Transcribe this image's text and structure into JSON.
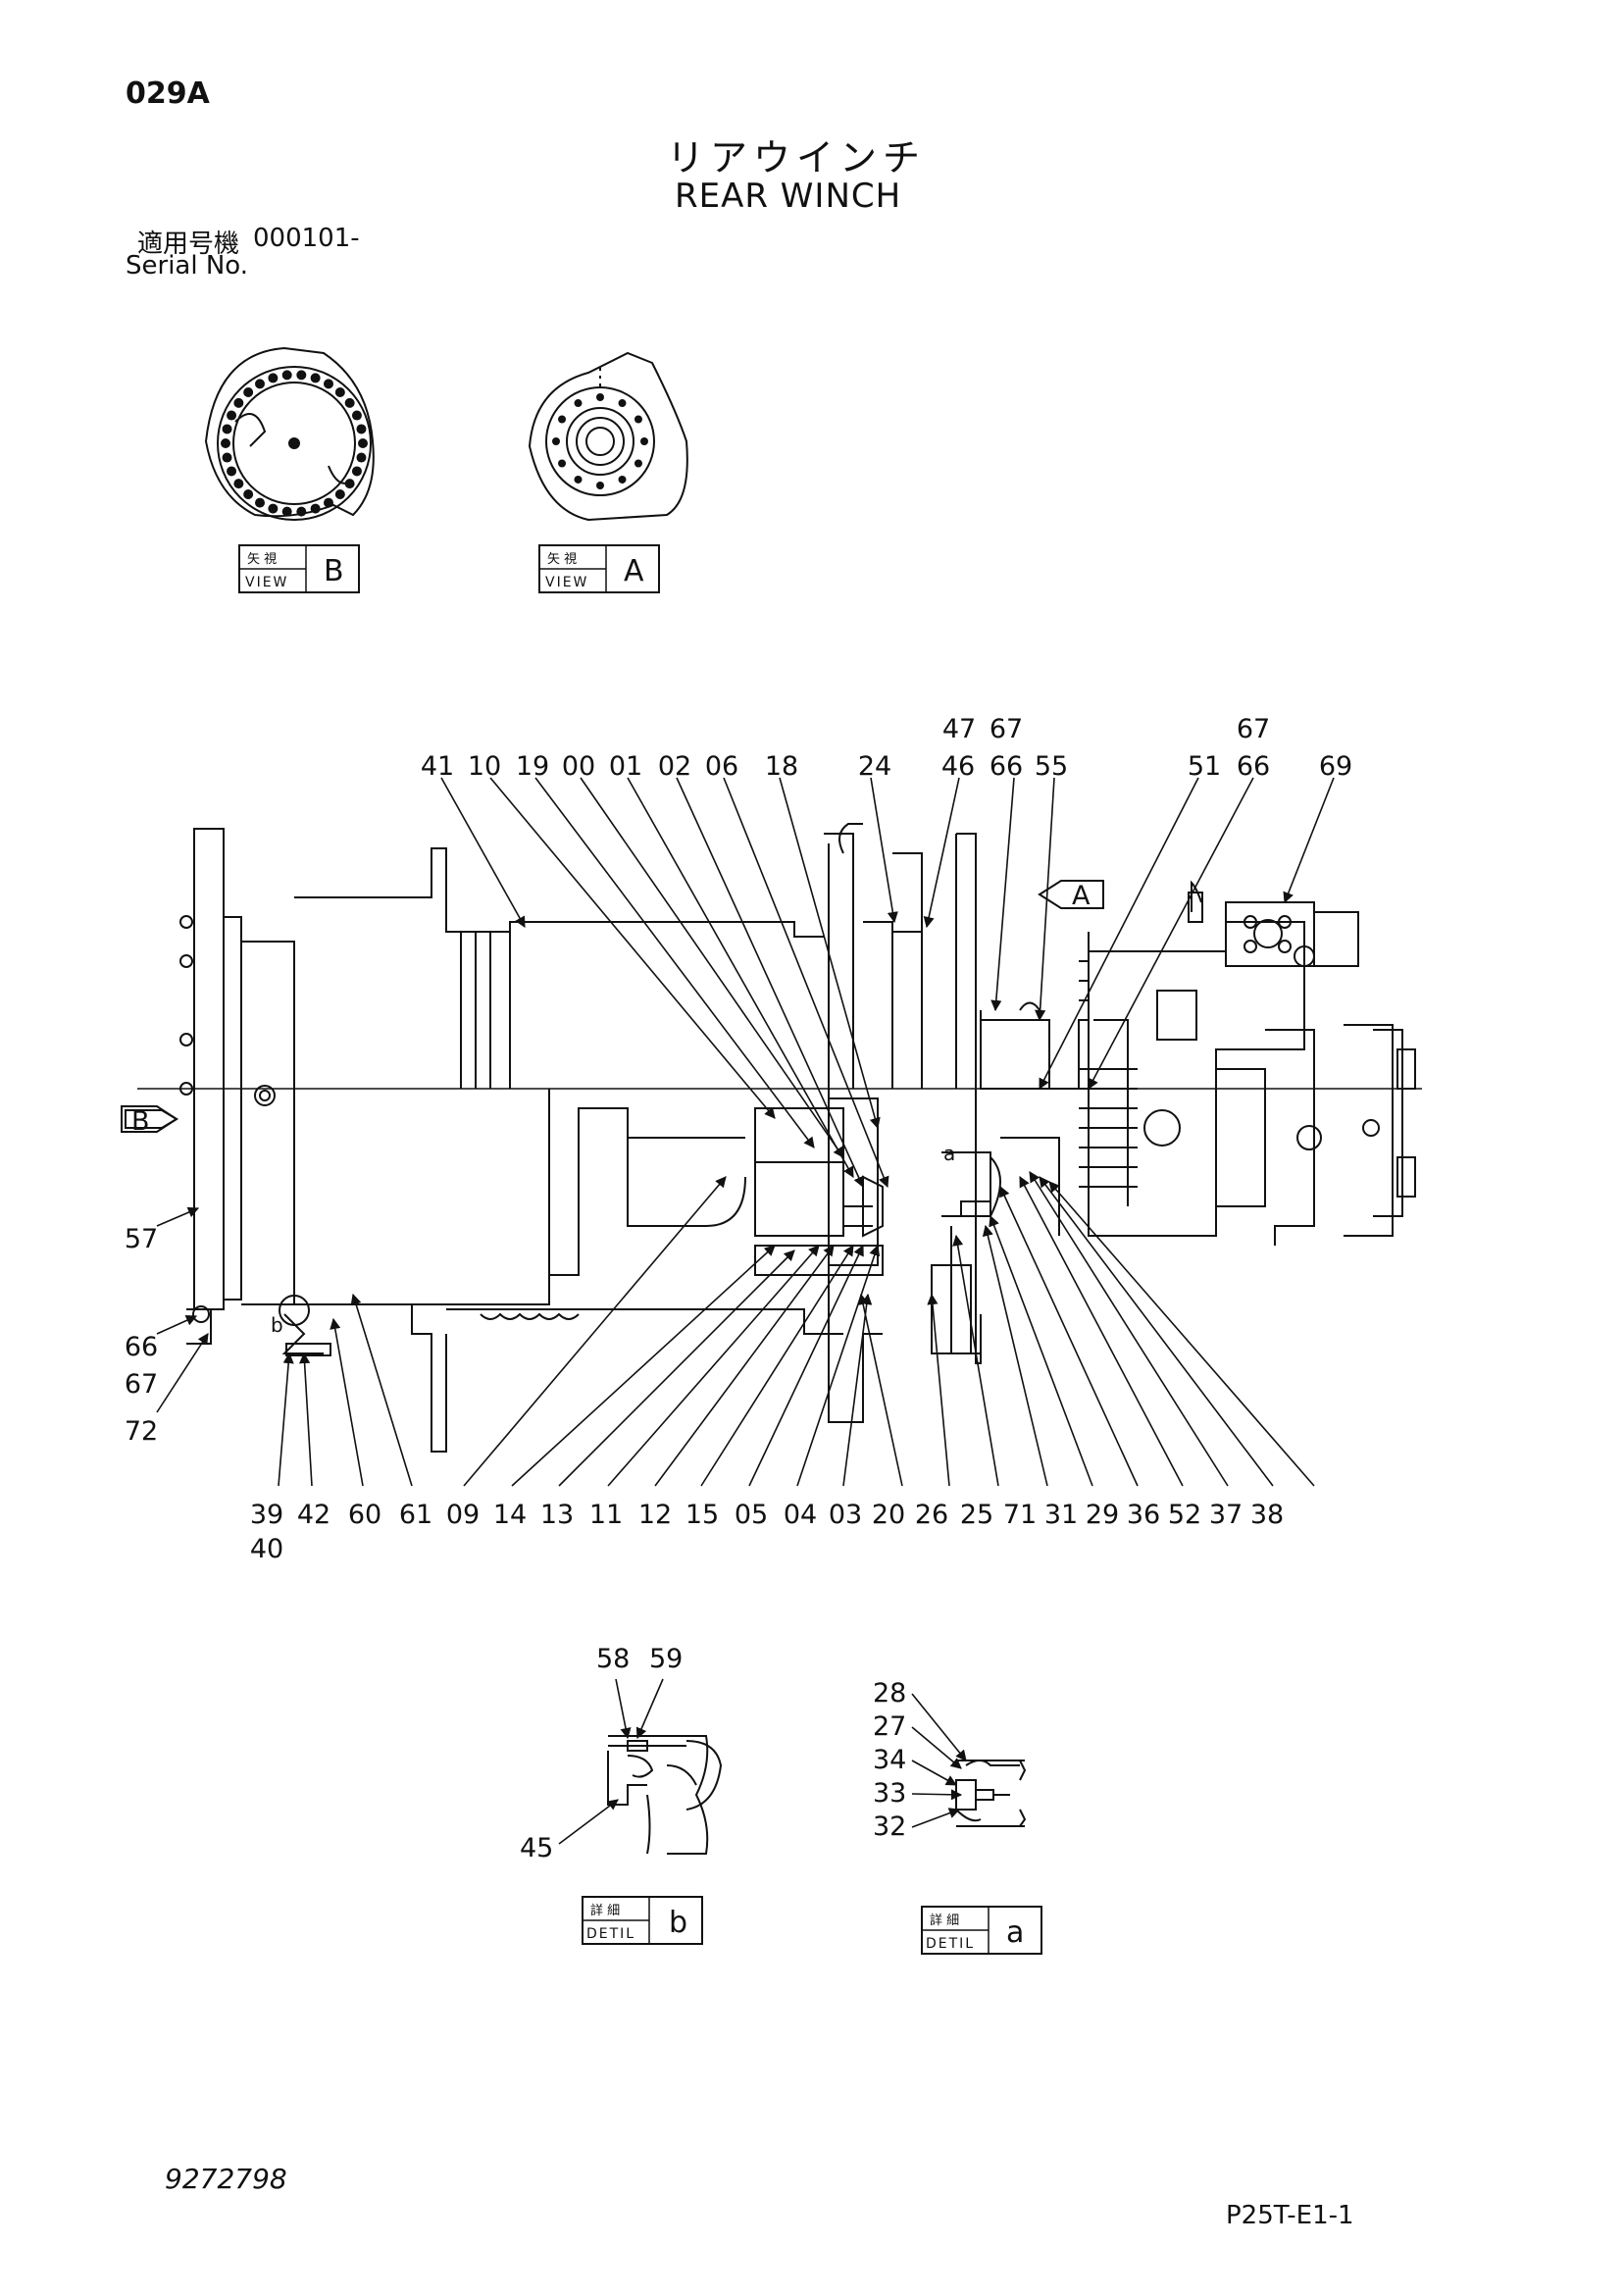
{
  "header": {
    "page_code": "029A",
    "title_jp": "リアウインチ",
    "title_en": "REAR WINCH",
    "serial_label_jp": "適用号機",
    "serial_value": "000101-",
    "serial_label_en": "Serial No."
  },
  "views": [
    {
      "id": "view-b",
      "jp": "矢 視",
      "en": "VIEW",
      "letter": "B"
    },
    {
      "id": "view-a",
      "jp": "矢 視",
      "en": "VIEW",
      "letter": "A"
    }
  ],
  "details": [
    {
      "id": "detail-b",
      "jp": "詳 細",
      "en": "DETIL",
      "letter": "b"
    },
    {
      "id": "detail-a",
      "jp": "詳 細",
      "en": "DETIL",
      "letter": "a"
    }
  ],
  "direction_markers": {
    "a": "A",
    "b": "B"
  },
  "small_markers": {
    "a": "a",
    "b": "b"
  },
  "labels": {
    "top_row": [
      "41",
      "10",
      "19",
      "00",
      "01",
      "02",
      "06",
      "18",
      "24",
      "46",
      "66",
      "55",
      "51",
      "66",
      "69"
    ],
    "top_upper": [
      "47",
      "67",
      "67"
    ],
    "left_side": [
      "57",
      "66",
      "67",
      "72"
    ],
    "bottom_row": [
      "39",
      "42",
      "60",
      "61",
      "09",
      "14",
      "13",
      "11",
      "12",
      "15",
      "05",
      "04",
      "03",
      "20",
      "26",
      "25",
      "71",
      "31",
      "29",
      "36",
      "52",
      "37",
      "38"
    ],
    "bottom_extra": [
      "40"
    ],
    "detail_b": [
      "58",
      "59",
      "45"
    ],
    "detail_a": [
      "28",
      "27",
      "34",
      "33",
      "32"
    ]
  },
  "footer": {
    "drawing_number": "9272798",
    "sheet_code": "P25T-E1-1"
  }
}
